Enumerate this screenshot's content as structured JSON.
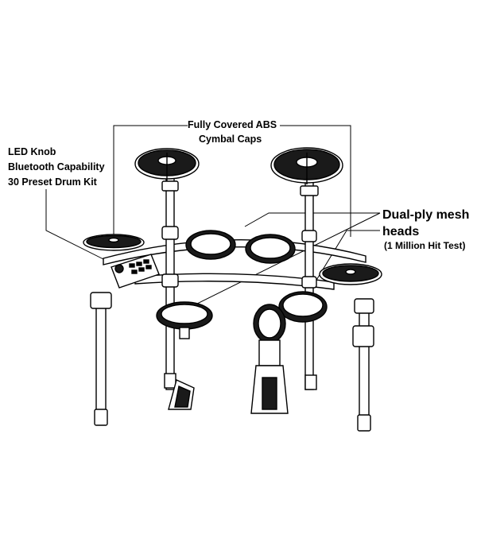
{
  "callouts": {
    "cymbal_caps": {
      "line1": "Fully Covered ABS",
      "line2": "Cymbal Caps"
    },
    "module": {
      "line1": "LED Knob",
      "line2": "Bluetooth Capability",
      "line3": "30 Preset Drum Kit"
    },
    "mesh": {
      "line1": "Dual-ply mesh",
      "line2": "heads",
      "line3": "(1 Million Hit Test)"
    }
  },
  "colors": {
    "ink": "#000000",
    "pad_fill": "#1a1a1a",
    "paper": "#ffffff"
  }
}
